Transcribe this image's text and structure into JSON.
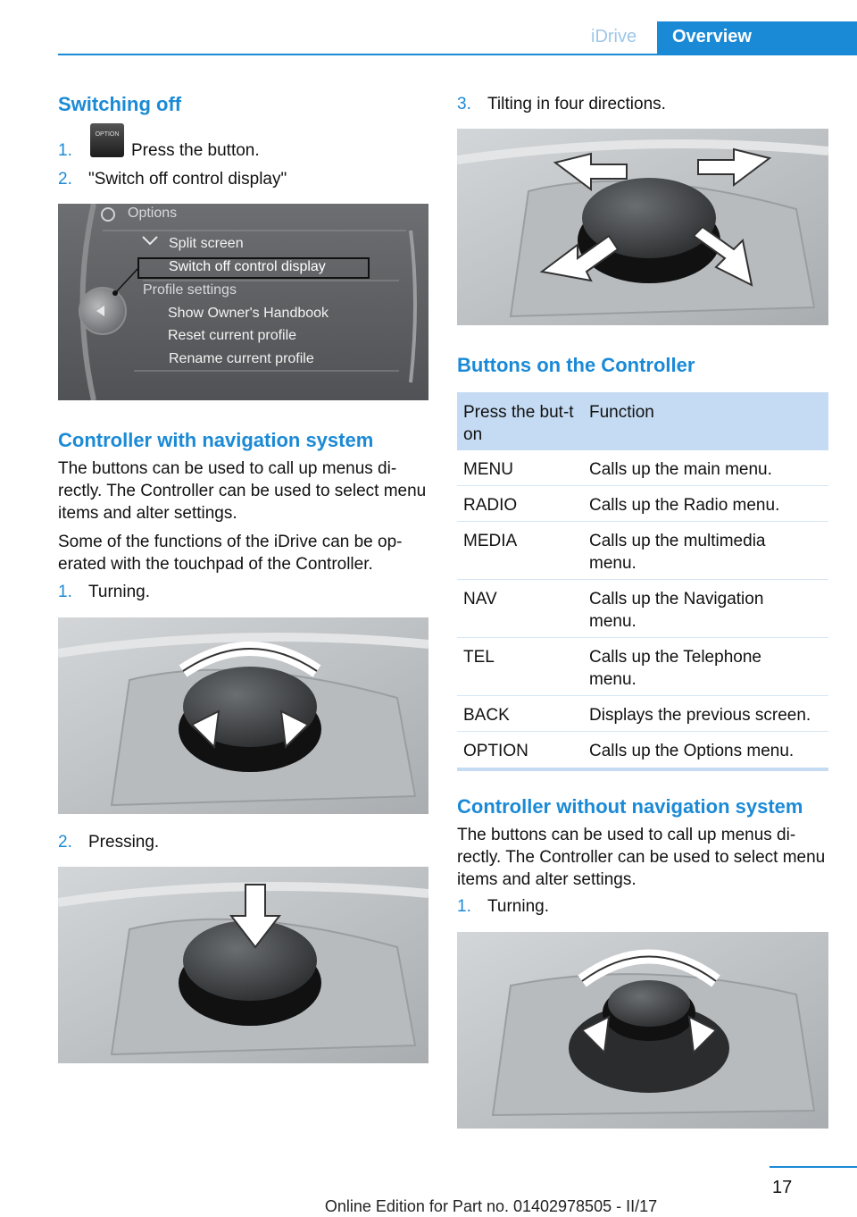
{
  "header": {
    "section": "iDrive",
    "tab": "Overview"
  },
  "left": {
    "switching_off": {
      "title": "Switching off",
      "steps": [
        {
          "num": "1.",
          "text": "Press the button.",
          "button_label": "OPTION"
        },
        {
          "num": "2.",
          "text": "\"Switch off control display\""
        }
      ]
    },
    "menu_figure": {
      "title": "Options",
      "items": [
        "Split screen",
        "Switch off control display",
        "Profile settings",
        "Show Owner's Handbook",
        "Reset current profile",
        "Rename current profile"
      ]
    },
    "with_nav": {
      "title": "Controller with navigation system",
      "para1": "The buttons can be used to call up menus di-rectly. The Controller can be used to select menu items and alter settings.",
      "para2": "Some of the functions of the iDrive can be op-erated with the touchpad of the Controller.",
      "steps": [
        {
          "num": "1.",
          "text": "Turning."
        },
        {
          "num": "2.",
          "text": "Pressing."
        }
      ]
    }
  },
  "right": {
    "step3": {
      "num": "3.",
      "text": "Tilting in four directions."
    },
    "buttons_title": "Buttons on the Controller",
    "table": {
      "headers": [
        "Press the but-ton",
        "Function"
      ],
      "rows": [
        [
          "MENU",
          "Calls up the main menu."
        ],
        [
          "RADIO",
          "Calls up the Radio menu."
        ],
        [
          "MEDIA",
          "Calls up the multimedia menu."
        ],
        [
          "NAV",
          "Calls up the Navigation menu."
        ],
        [
          "TEL",
          "Calls up the Telephone menu."
        ],
        [
          "BACK",
          "Displays the previous screen."
        ],
        [
          "OPTION",
          "Calls up the Options menu."
        ]
      ]
    },
    "without_nav": {
      "title": "Controller without navigation system",
      "para": "The buttons can be used to call up menus di-rectly. The Controller can be used to select menu items and alter settings.",
      "steps": [
        {
          "num": "1.",
          "text": "Turning."
        }
      ]
    }
  },
  "footer": {
    "page": "17",
    "edition": "Online Edition for Part no. 01402978505 - II/17"
  },
  "colors": {
    "accent": "#1b8ad6",
    "table_header": "#c5dbf3"
  }
}
